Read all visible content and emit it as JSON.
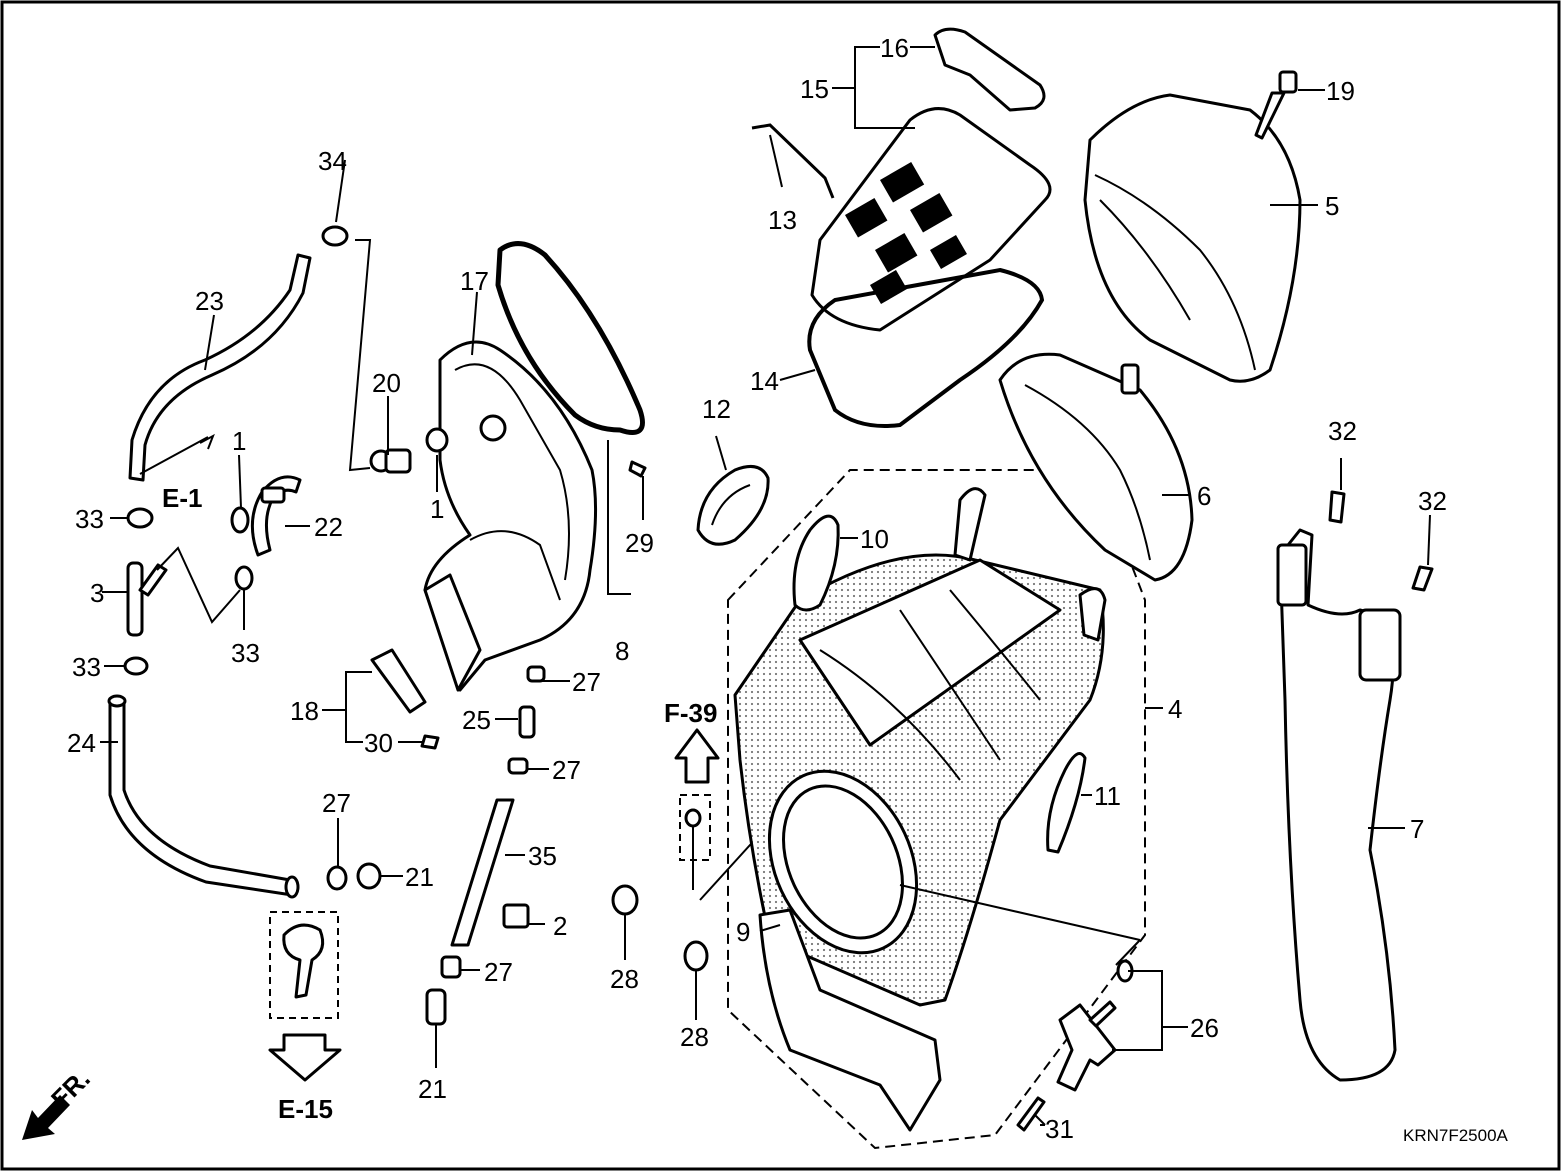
{
  "diagram_code": "KRN7F2500A",
  "direction_label": "FR.",
  "references": {
    "e1": "E-1",
    "e15": "E-15",
    "f39": "F-39"
  },
  "callouts": {
    "p1a": "1",
    "p1b": "1",
    "p2": "2",
    "p3": "3",
    "p4": "4",
    "p5": "5",
    "p6": "6",
    "p7": "7",
    "p8": "8",
    "p9": "9",
    "p10": "10",
    "p11": "11",
    "p12": "12",
    "p13": "13",
    "p14": "14",
    "p15": "15",
    "p16": "16",
    "p17": "17",
    "p18": "18",
    "p19": "19",
    "p20": "20",
    "p21a": "21",
    "p21b": "21",
    "p22": "22",
    "p23": "23",
    "p24": "24",
    "p25": "25",
    "p26": "26",
    "p27a": "27",
    "p27b": "27",
    "p27c": "27",
    "p27d": "27",
    "p28a": "28",
    "p28b": "28",
    "p29": "29",
    "p30": "30",
    "p31": "31",
    "p32a": "32",
    "p32b": "32",
    "p33a": "33",
    "p33b": "33",
    "p33c": "33",
    "p34": "34",
    "p35": "35"
  }
}
